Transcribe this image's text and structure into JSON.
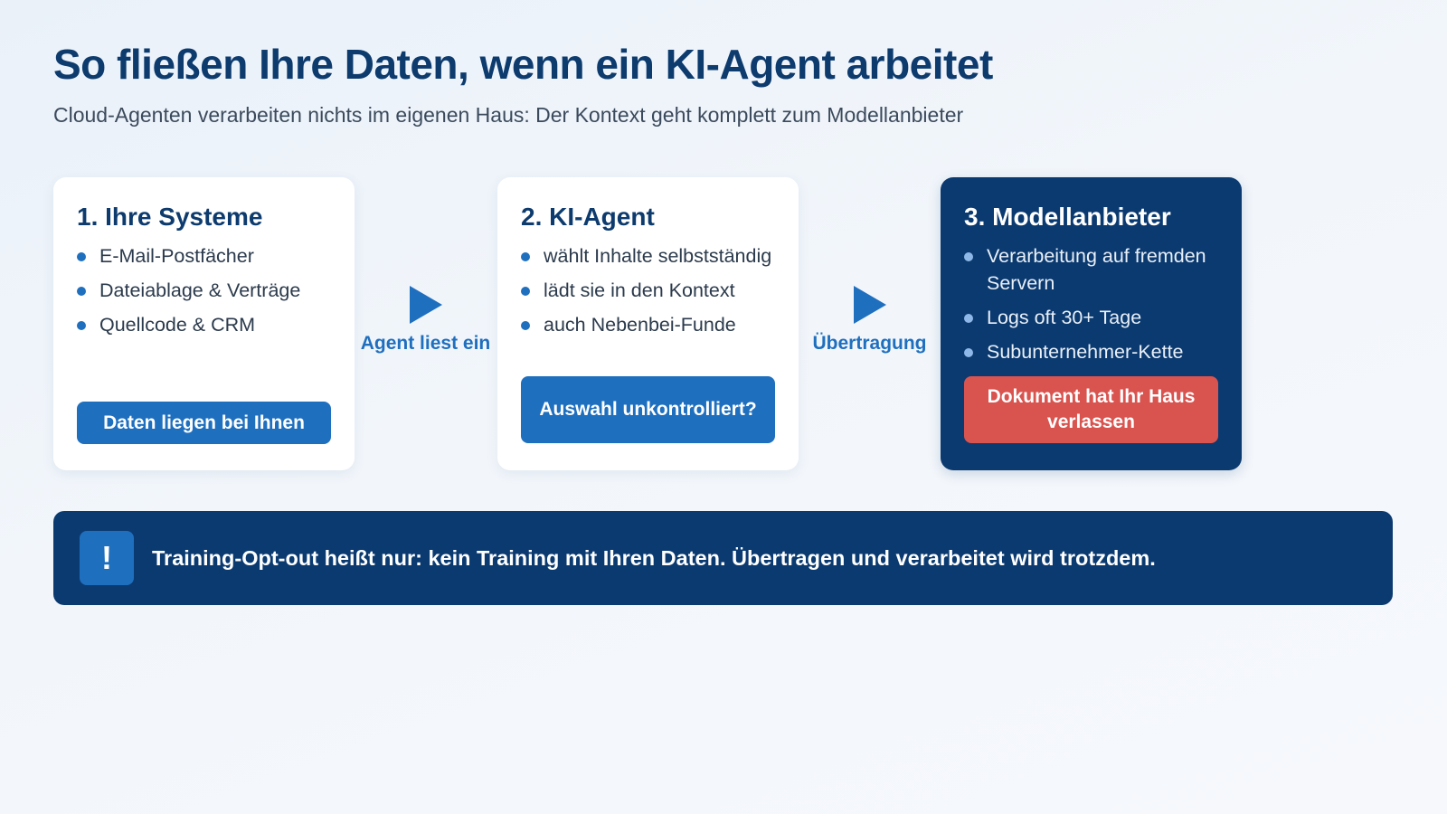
{
  "header": {
    "title": "So fließen Ihre Daten, wenn ein KI-Agent arbeitet",
    "subtitle": "Cloud-Agenten verarbeiten nichts im eigenen Haus: Der Kontext geht komplett zum Modellanbieter"
  },
  "cards": [
    {
      "title": "1. Ihre Systeme",
      "items": [
        "E-Mail-Postfächer",
        "Dateiablage & Verträge",
        "Quellcode & CRM"
      ],
      "badge": "Daten liegen bei Ihnen"
    },
    {
      "title": "2. KI-Agent",
      "items": [
        "wählt Inhalte selbstständig",
        "lädt sie in den Kontext",
        "auch Nebenbei-Funde"
      ],
      "badge": "Auswahl unkontrolliert?"
    },
    {
      "title": "3. Modellanbieter",
      "items": [
        "Verarbeitung auf fremden Servern",
        "Logs oft 30+ Tage",
        "Subunternehmer-Kette"
      ],
      "badge": "Dokument hat Ihr Haus verlassen"
    }
  ],
  "connectors": [
    {
      "label": "Agent liest ein",
      "icon": "arrow-right-icon"
    },
    {
      "label": "Übertragung",
      "icon": "arrow-right-icon"
    }
  ],
  "alert": {
    "icon_glyph": "!",
    "text": "Training-Opt-out heißt nur: kein Training mit Ihren Daten. Übertragen und verarbeitet wird trotzdem."
  },
  "colors": {
    "navy": "#0b3a70",
    "accent_blue": "#1f6fbf",
    "alert_red": "#d9534f",
    "card_white": "#ffffff"
  }
}
